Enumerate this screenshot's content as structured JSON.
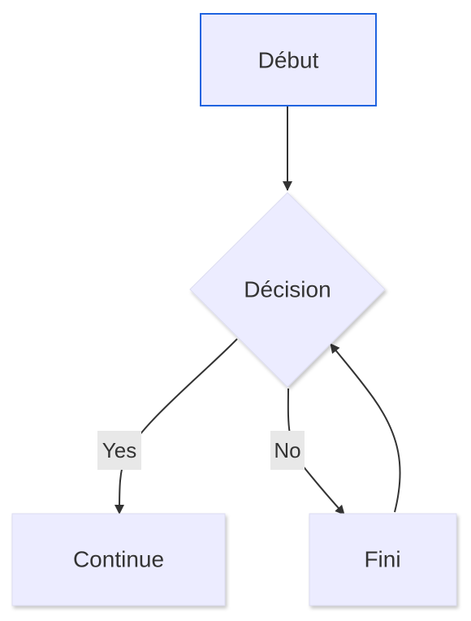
{
  "diagram": {
    "type": "flowchart",
    "nodes": {
      "debut": {
        "label": "Début",
        "shape": "rectangle",
        "highlighted": true
      },
      "decision": {
        "label": "Décision",
        "shape": "diamond"
      },
      "continue": {
        "label": "Continue",
        "shape": "rectangle"
      },
      "fini": {
        "label": "Fini",
        "shape": "rectangle"
      }
    },
    "edges": {
      "debut_to_decision": {
        "from": "debut",
        "to": "decision",
        "label": ""
      },
      "decision_to_continue": {
        "from": "decision",
        "to": "continue",
        "label": "Yes"
      },
      "decision_to_fini": {
        "from": "decision",
        "to": "fini",
        "label": "No"
      },
      "fini_to_decision": {
        "from": "fini",
        "to": "decision",
        "label": ""
      }
    }
  },
  "colors": {
    "node_fill": "#ececff",
    "node_border": "#cccccc",
    "highlight_border": "#1f63e0",
    "edge": "#333333",
    "edge_label_bg": "#e8e8e8",
    "text": "#333333"
  }
}
